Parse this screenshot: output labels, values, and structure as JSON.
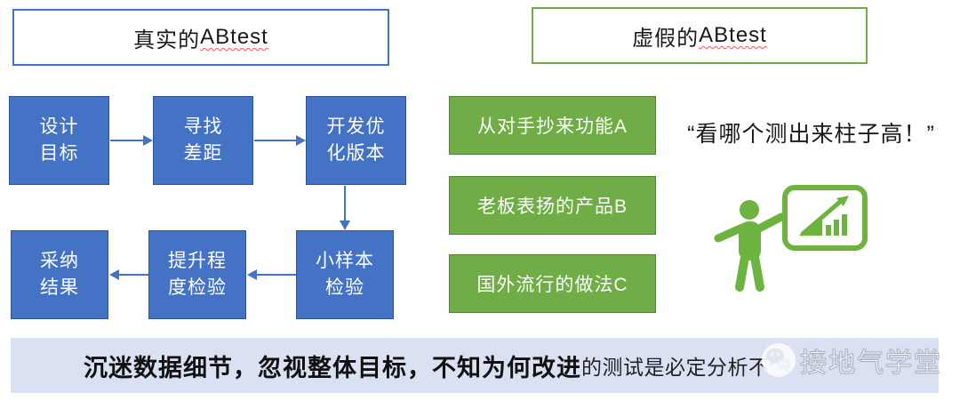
{
  "colors": {
    "blue": "#4472C4",
    "blue_border": "#2F5597",
    "green": "#70AD47",
    "green_border": "#548235",
    "banner_bg": "#D9E1F2"
  },
  "real_section": {
    "title_prefix": "真实的",
    "title_en": "ABtest",
    "steps": [
      {
        "line1": "设计",
        "line2": "目标"
      },
      {
        "line1": "寻找",
        "line2": "差距"
      },
      {
        "line1": "开发优",
        "line2": "化版本"
      },
      {
        "line1": "小样本",
        "line2": "检验"
      },
      {
        "line1": "提升程",
        "line2": "度检验"
      },
      {
        "line1": "采纳",
        "line2": "结果"
      }
    ]
  },
  "fake_section": {
    "title_prefix": "虚假的",
    "title_en": "ABtest",
    "items": [
      "从对手抄来功能A",
      "老板表扬的产品B",
      "国外流行的做法C"
    ],
    "quote": "“看哪个测出来柱子高！”",
    "icons": [
      "presenter-icon",
      "growth-chart-board-icon"
    ]
  },
  "banner": {
    "bold_text": "沉迷数据细节，忽视整体目标，不知为何改进",
    "regular_text": "的测试是必定分析不",
    "watermark": "接地气学堂",
    "watermark_icon": "wechat-icon"
  }
}
